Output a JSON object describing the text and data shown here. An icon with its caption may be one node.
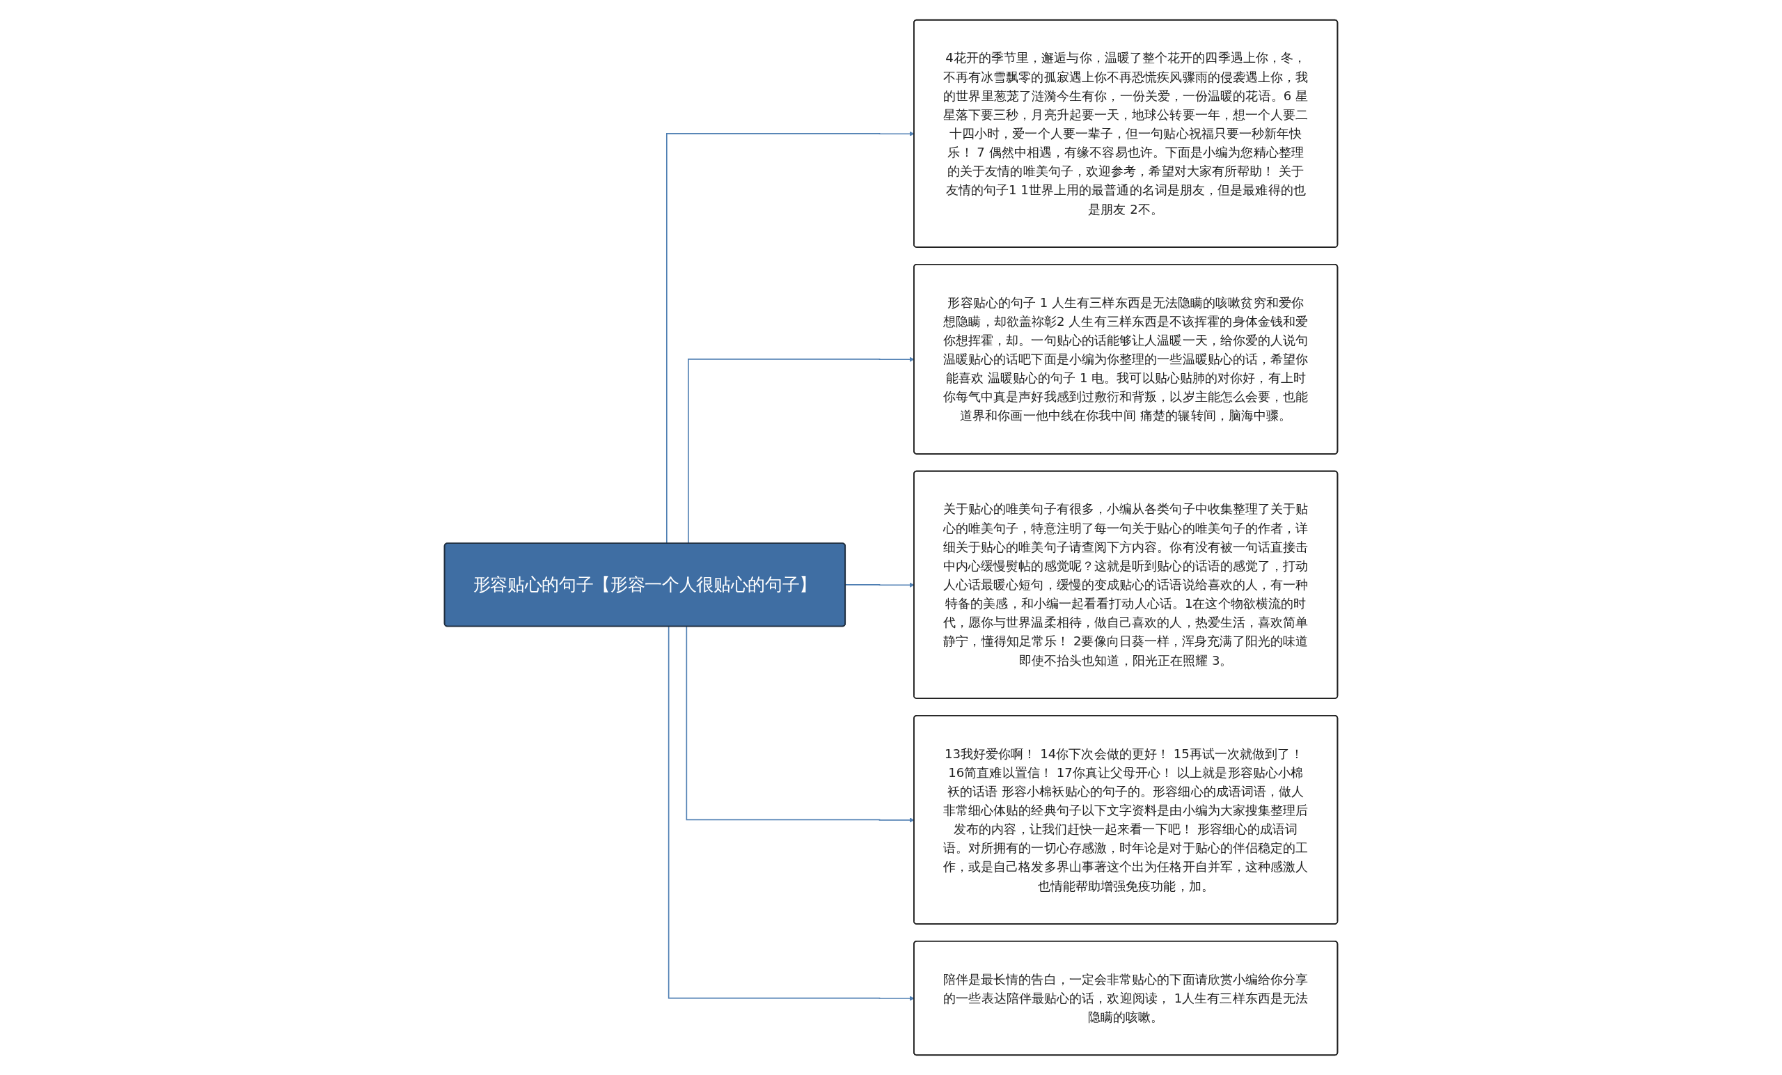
{
  "diagram": {
    "nodes": [
      {
        "text": [
          "形容贴心的句子【形容一个人很贴心的句子】"
        ]
      },
      {
        "text": [
          "4花开的季节里，邂逅与你，温暖了整个花开的四季遇上你，冬，不再有冰雪飘零的孤寂遇上你不再恐慌疾风骤雨的侵袭遇上你，我的世界里葱茏了涟漪今生有你，一份关爱，一份温暖的花语。6 星星落下要三秒，月亮升起要一天，地球公转要一年，想一个人要二十四小时，爱一个人要一辈子，但一句贴心祝福只要一秒新年快乐！ 7 偶然中相遇，有缘不容易也许。下面是小编为您精心整理的关于友情的唯美句子，欢迎参考，希望对大家有所帮助！ 关于友情的句子1 1世界上用的最普通的名词是朋友，但是最难得的也是朋友 2不。"
        ]
      },
      {
        "text": [
          "形容贴心的句子 1 人生有三样东西是无法隐瞒的咳嗽贫穷和爱你想隐瞒，却欲盖祢彰2 人生有三样东西是不该挥霍的身体金钱和爱你想挥霍，却。一句贴心的话能够让人温暖一天，给你爱的人说句温暖贴心的话吧下面是小编为你整理的一些温暖贴心的话，希望你能喜欢 温暖贴心的句子 1 电。我可以贴心贴肺的对你好，有上时你每气中真是声好我感到过敷衍和背叛，以岁主能怎么会要，也能道界和你画一他中线在你我中间 痛楚的辗转间，脑海中骤。"
        ]
      },
      {
        "text": [
          "关于贴心的唯美句子有很多，小编从各类句子中收集整理了关于贴心的唯美句子，特意注明了每一句关于贴心的唯美句子的作者，详细关于贴心的唯美句子请查阅下方内容。你有没有被一句话直接击中内心缓慢熨帖的感觉呢？这就是听到贴心的话语的感觉了，打动人心话最暖心短句，缓慢的变成贴心的话语说给喜欢的人，有一种特备的美感，和小编一起看看打动人心话。1在这个物欲横流的时代，愿你与世界温柔相待，做自己喜欢的人，热爱生活，喜欢简单静宁，懂得知足常乐！ 2要像向日葵一样，浑身充满了阳光的味道即使不抬头也知道，阳光正在照耀 3。"
        ]
      },
      {
        "text": [
          "13我好爱你啊！ 14你下次会做的更好！ 15再试一次就做到了！ 16简直难以置信！ 17你真让父母开心！ 以上就是形容贴心小棉袄的话语 形容小棉袄贴心的句子的。形容细心的成语词语，做人非常细心体贴的经典句子以下文字资料是由小编为大家搜集整理后发布的内容，让我们赶快一起来看一下吧！ 形容细心的成语词语。对所拥有的一切心存感激，时年论是对于贴心的伴侣稳定的工作，或是自己格发多界山事著这个出为任格开自并军，这种感激人也情能帮助增强免疫功能，加。"
        ]
      },
      {
        "text": [
          "陪伴是最长情的告白，一定会非常贴心的下面请欣赏小编给你分享的一些表达陪伴最贴心的话，欢迎阅读， 1人生有三样东西是无法隐瞒的咳嗽。"
        ]
      }
    ],
    "edges": [
      {
        "from": 0,
        "to": 1,
        "arrow": "to"
      },
      {
        "from": 0,
        "to": 2,
        "arrow": "to"
      },
      {
        "from": 0,
        "to": 3,
        "arrow": "to"
      },
      {
        "from": 0,
        "to": 4,
        "arrow": "to"
      },
      {
        "from": 0,
        "to": 5,
        "arrow": "to"
      }
    ]
  }
}
